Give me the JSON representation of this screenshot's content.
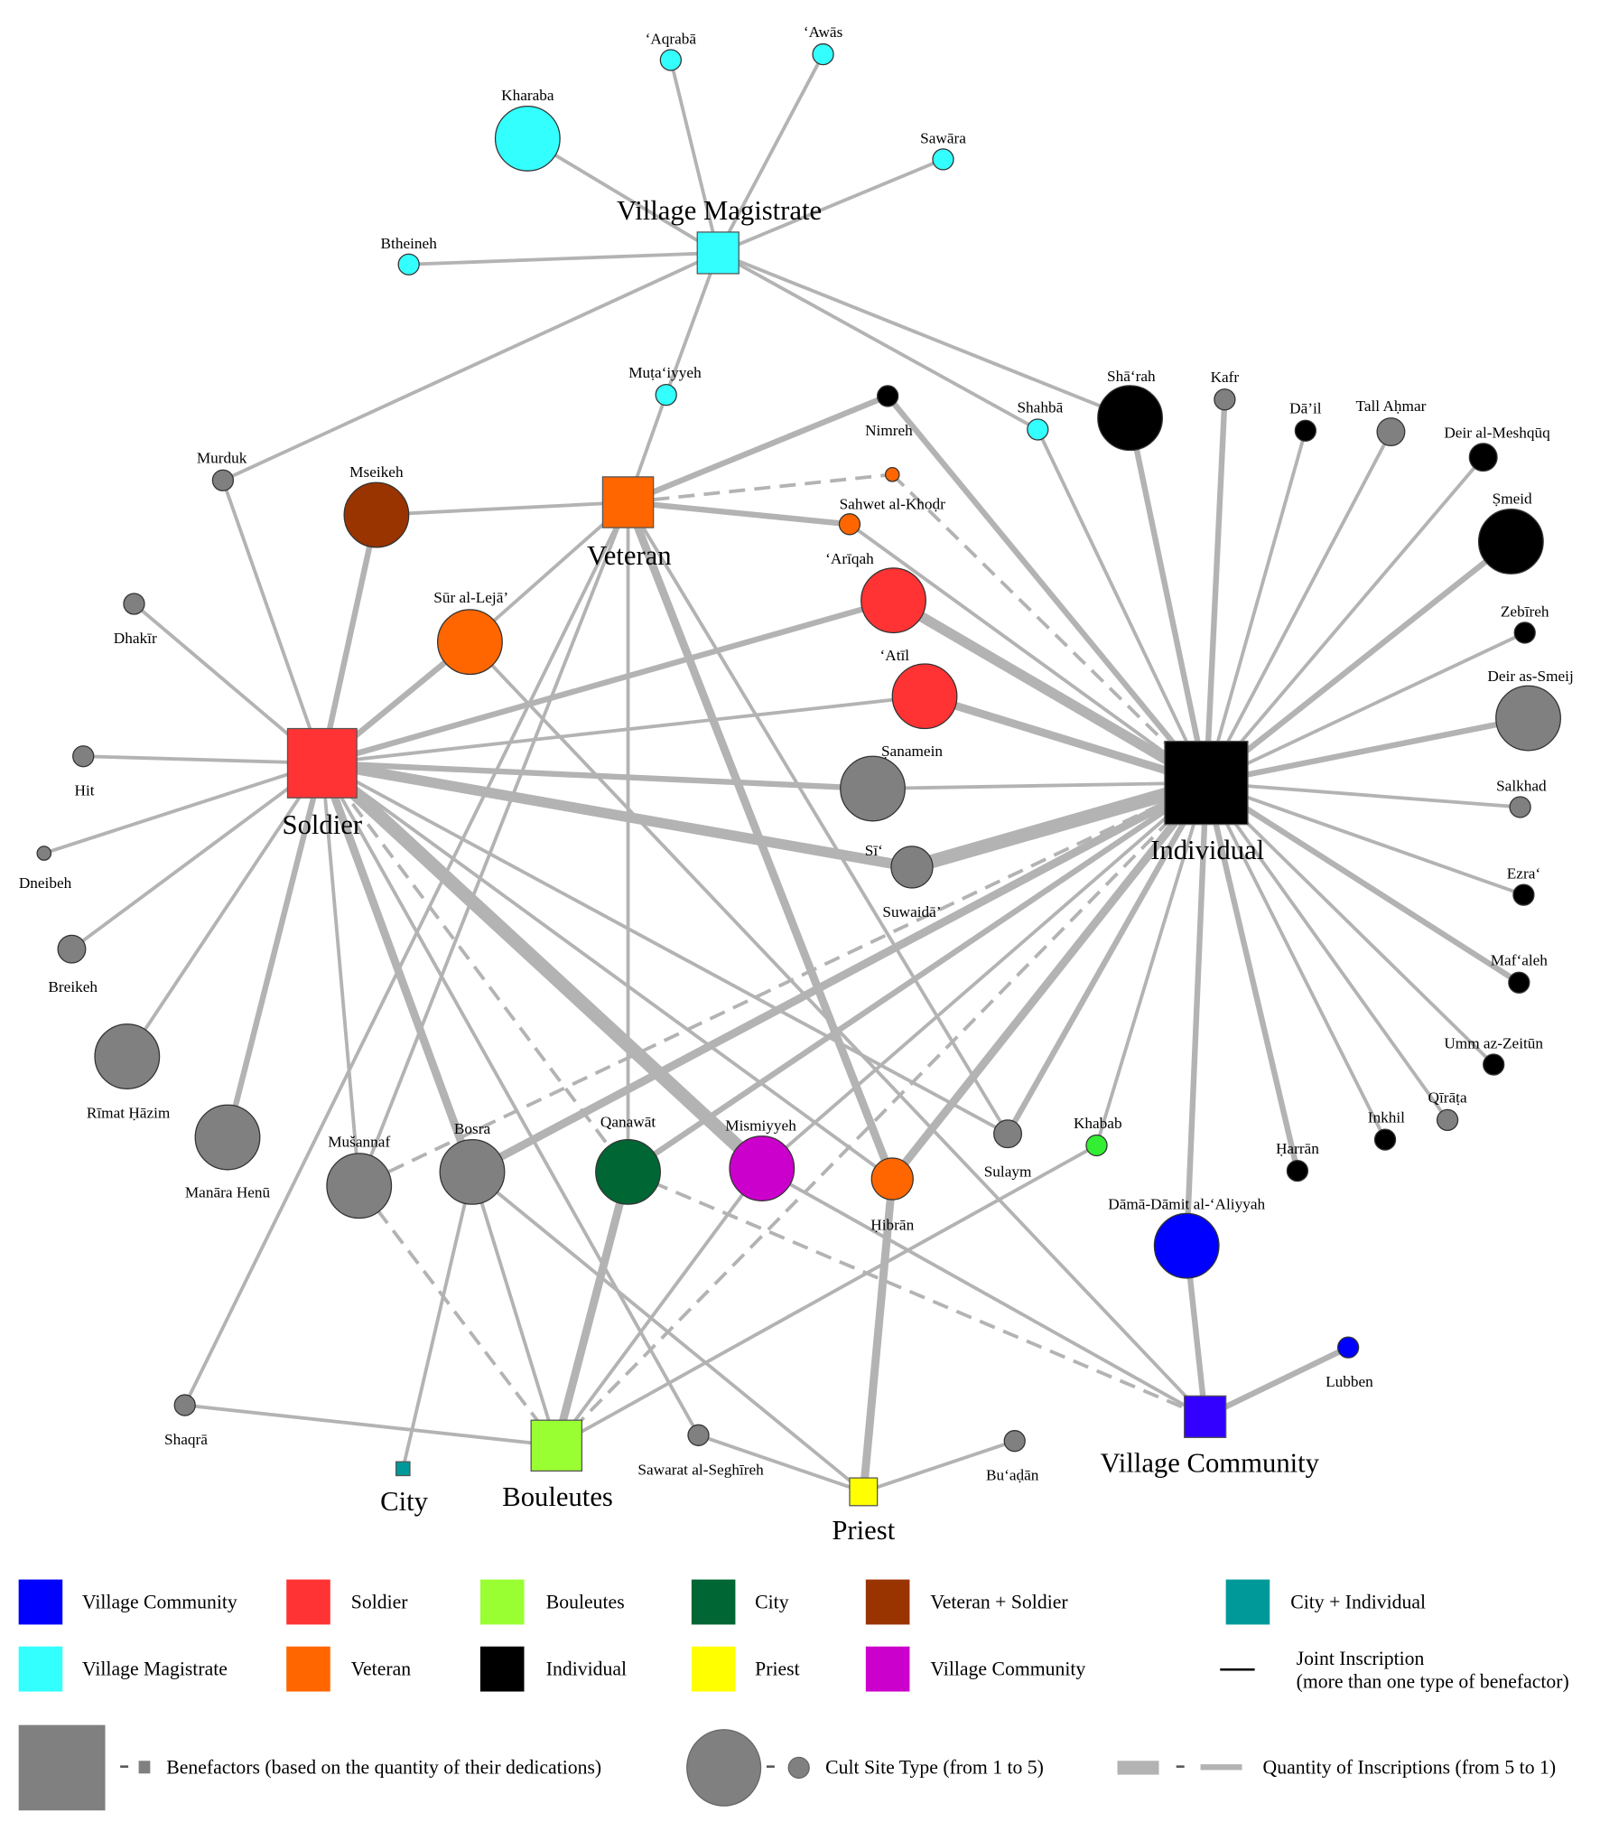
{
  "colors": {
    "village_community": "#0000ff",
    "village_community_hub": "#3300ff",
    "village_magistrate": "#33ffff",
    "soldier": "#ff3333",
    "veteran": "#ff6600",
    "bouleutes": "#99ff33",
    "individual": "#000000",
    "city": "#006633",
    "priest": "#ffff00",
    "veteran_soldier": "#993300",
    "village_community_magenta": "#cc00cc",
    "city_individual": "#009999",
    "khabab": "#33ee33",
    "unspecified": "#808080",
    "edge": "#b3b3b3"
  },
  "hubs": [
    {
      "id": "VM",
      "label": "Village Magistrate",
      "color": "#33ffff"
    },
    {
      "id": "VET",
      "label": "Veteran",
      "color": "#ff6600"
    },
    {
      "id": "SOL",
      "label": "Soldier",
      "color": "#ff3333"
    },
    {
      "id": "IND",
      "label": "Individual",
      "color": "#000000"
    },
    {
      "id": "VC",
      "label": "Village Community",
      "color": "#3300ff"
    },
    {
      "id": "PRI",
      "label": "Priest",
      "color": "#ffff00"
    },
    {
      "id": "BOU",
      "label": "Bouleutes",
      "color": "#99ff33"
    },
    {
      "id": "CITY",
      "label": "City",
      "color": "#009999"
    }
  ],
  "sites": [
    {
      "id": "aqraba",
      "label": "‘Aqrabā",
      "color": "#33ffff",
      "site_type": 2
    },
    {
      "id": "awas",
      "label": "‘Awās",
      "color": "#33ffff",
      "site_type": 2
    },
    {
      "id": "kharaba",
      "label": "Kharaba",
      "color": "#33ffff",
      "site_type": 5
    },
    {
      "id": "sawara",
      "label": "Sawāra",
      "color": "#33ffff",
      "site_type": 2
    },
    {
      "id": "btheineh",
      "label": "Btheineh",
      "color": "#33ffff",
      "site_type": 2
    },
    {
      "id": "mutaiyyeh",
      "label": "Muṭa‘iyyeh",
      "color": "#33ffff",
      "site_type": 2
    },
    {
      "id": "shahba",
      "label": "Shahbā",
      "color": "#33ffff",
      "site_type": 2
    },
    {
      "id": "nimreh",
      "label": "Nimreh",
      "color": "#000000",
      "site_type": 2
    },
    {
      "id": "sharah",
      "label": "Shā‘rah",
      "color": "#000000",
      "site_type": 5
    },
    {
      "id": "kafr",
      "label": "Kafr",
      "color": "#808080",
      "site_type": 2
    },
    {
      "id": "dail",
      "label": "Dā’il",
      "color": "#000000",
      "site_type": 2
    },
    {
      "id": "tallahmar",
      "label": "Tall Aḥmar",
      "color": "#808080",
      "site_type": 3
    },
    {
      "id": "meshquq",
      "label": "Deir al-Meshqūq",
      "color": "#000000",
      "site_type": 3
    },
    {
      "id": "smeid",
      "label": "Ṣmeid",
      "color": "#000000",
      "site_type": 5
    },
    {
      "id": "zebireh",
      "label": "Zebīreh",
      "color": "#000000",
      "site_type": 2
    },
    {
      "id": "smeij",
      "label": "Deir as-Smeij",
      "color": "#808080",
      "site_type": 5
    },
    {
      "id": "salkhad",
      "label": "Salkhad",
      "color": "#808080",
      "site_type": 2
    },
    {
      "id": "ezra",
      "label": "Ezra‘",
      "color": "#000000",
      "site_type": 2
    },
    {
      "id": "mafaleh",
      "label": "Maf‘aleh",
      "color": "#000000",
      "site_type": 2
    },
    {
      "id": "ummzeitun",
      "label": "Umm az-Zeitūn",
      "color": "#000000",
      "site_type": 2
    },
    {
      "id": "qirata",
      "label": "Qīrāṭa",
      "color": "#808080",
      "site_type": 2
    },
    {
      "id": "inkhil",
      "label": "Inkhil",
      "color": "#000000",
      "site_type": 2
    },
    {
      "id": "harran",
      "label": "Ḥarrān",
      "color": "#000000",
      "site_type": 2
    },
    {
      "id": "dama",
      "label": "Dāmā-Dāmit al-‘Aliyyah",
      "color": "#0000ff",
      "site_type": 5
    },
    {
      "id": "lubben",
      "label": "Lubben",
      "color": "#0000ff",
      "site_type": 2
    },
    {
      "id": "khabab",
      "label": "Khabab",
      "color": "#33ee33",
      "site_type": 2
    },
    {
      "id": "sulaym",
      "label": "Sulaym",
      "color": "#808080",
      "site_type": 3
    },
    {
      "id": "hibran",
      "label": "Ḥibrān",
      "color": "#ff6600",
      "site_type": 4
    },
    {
      "id": "mismiyyeh",
      "label": "Mismiyyeh",
      "color": "#cc00cc",
      "site_type": 5
    },
    {
      "id": "qanawat",
      "label": "Qanawāt",
      "color": "#006633",
      "site_type": 5
    },
    {
      "id": "bosra",
      "label": "Bosra",
      "color": "#808080",
      "site_type": 5
    },
    {
      "id": "musannaf",
      "label": "Mušannaf",
      "color": "#808080",
      "site_type": 5
    },
    {
      "id": "manara",
      "label": "Manāra Henū",
      "color": "#808080",
      "site_type": 5
    },
    {
      "id": "rimat",
      "label": "Rīmat Ḥāzim",
      "color": "#808080",
      "site_type": 5
    },
    {
      "id": "breikeh",
      "label": "Breikeh",
      "color": "#808080",
      "site_type": 3
    },
    {
      "id": "dneibeh",
      "label": "Dneibeh",
      "color": "#808080",
      "site_type": 1
    },
    {
      "id": "hit",
      "label": "Hit",
      "color": "#808080",
      "site_type": 2
    },
    {
      "id": "dhakir",
      "label": "Dhakīr",
      "color": "#808080",
      "site_type": 2
    },
    {
      "id": "murduk",
      "label": "Murduk",
      "color": "#808080",
      "site_type": 2
    },
    {
      "id": "mseikeh",
      "label": "Mseikeh",
      "color": "#993300",
      "site_type": 5
    },
    {
      "id": "surlejaa",
      "label": "Sūr al-Lejā’",
      "color": "#ff6600",
      "site_type": 5
    },
    {
      "id": "sahwet",
      "label": "Sahwet al-Khoḍr",
      "color": "#ff6600",
      "site_type": 1
    },
    {
      "id": "ariqah",
      "label": "‘Arīqah",
      "color": "#ff6600",
      "site_type": 2
    },
    {
      "id": "atil",
      "label": "‘Atīl",
      "color": "#ff3333",
      "site_type": 5
    },
    {
      "id": "sanamein",
      "label": "Ṣanamein",
      "color": "#ff3333",
      "site_type": 5
    },
    {
      "id": "si",
      "label": "Sī‘",
      "color": "#808080",
      "site_type": 5
    },
    {
      "id": "suwaida",
      "label": "Suwaidā’",
      "color": "#808080",
      "site_type": 4
    },
    {
      "id": "shaqra",
      "label": "Shaqrā",
      "color": "#808080",
      "site_type": 2
    },
    {
      "id": "sawarat",
      "label": "Sawarat al-Seghīreh",
      "color": "#808080",
      "site_type": 2
    },
    {
      "id": "buadan",
      "label": "Bu‘aḍān",
      "color": "#808080",
      "site_type": 2
    }
  ],
  "edges": [
    [
      "VM",
      "kharaba",
      1,
      false
    ],
    [
      "VM",
      "aqraba",
      1,
      false
    ],
    [
      "VM",
      "awas",
      1,
      false
    ],
    [
      "VM",
      "sawara",
      1,
      false
    ],
    [
      "VM",
      "btheineh",
      1,
      false
    ],
    [
      "VM",
      "murduk",
      1,
      false
    ],
    [
      "VM",
      "mutaiyyeh",
      1,
      false
    ],
    [
      "VM",
      "shahba",
      1,
      false
    ],
    [
      "VM",
      "sharah",
      1,
      false
    ],
    [
      "mutaiyyeh",
      "VET",
      1,
      false
    ],
    [
      "shahba",
      "IND",
      1,
      false
    ],
    [
      "VET",
      "mseikeh",
      1,
      false
    ],
    [
      "VET",
      "nimreh",
      2,
      false
    ],
    [
      "VET",
      "sahwet",
      1,
      true
    ],
    [
      "VET",
      "ariqah",
      2,
      false
    ],
    [
      "VET",
      "surlejaa",
      1,
      false
    ],
    [
      "VET",
      "musannaf",
      1,
      false
    ],
    [
      "VET",
      "shaqra",
      1,
      false
    ],
    [
      "VET",
      "qanawat",
      1,
      false
    ],
    [
      "VET",
      "hibran",
      3,
      false
    ],
    [
      "VET",
      "sulaym",
      1,
      false
    ],
    [
      "ariqah",
      "IND",
      1,
      false
    ],
    [
      "sahwet",
      "IND",
      1,
      true
    ],
    [
      "nimreh",
      "IND",
      2,
      false
    ],
    [
      "SOL",
      "mseikeh",
      2,
      false
    ],
    [
      "SOL",
      "surlejaa",
      2,
      false
    ],
    [
      "SOL",
      "atil",
      2,
      false
    ],
    [
      "SOL",
      "sanamein",
      1,
      false
    ],
    [
      "SOL",
      "si",
      2,
      false
    ],
    [
      "SOL",
      "suwaida",
      4,
      false
    ],
    [
      "SOL",
      "murduk",
      1,
      false
    ],
    [
      "SOL",
      "dhakir",
      1,
      false
    ],
    [
      "SOL",
      "hit",
      1,
      false
    ],
    [
      "SOL",
      "dneibeh",
      1,
      false
    ],
    [
      "SOL",
      "breikeh",
      1,
      false
    ],
    [
      "SOL",
      "rimat",
      1,
      false
    ],
    [
      "SOL",
      "manara",
      2,
      false
    ],
    [
      "SOL",
      "musannaf",
      1,
      false
    ],
    [
      "SOL",
      "bosra",
      3,
      false
    ],
    [
      "SOL",
      "mismiyyeh",
      5,
      false
    ],
    [
      "SOL",
      "qanawat",
      1,
      true
    ],
    [
      "SOL",
      "hibran",
      1,
      false
    ],
    [
      "SOL",
      "sulaym",
      1,
      false
    ],
    [
      "SOL",
      "sawarat",
      1,
      false
    ],
    [
      "IND",
      "sharah",
      2,
      false
    ],
    [
      "IND",
      "kafr",
      2,
      false
    ],
    [
      "IND",
      "dail",
      1,
      false
    ],
    [
      "IND",
      "tallahmar",
      1,
      false
    ],
    [
      "IND",
      "meshquq",
      1,
      false
    ],
    [
      "IND",
      "smeid",
      2,
      false
    ],
    [
      "IND",
      "zebireh",
      1,
      false
    ],
    [
      "IND",
      "smeij",
      2,
      false
    ],
    [
      "IND",
      "salkhad",
      1,
      false
    ],
    [
      "IND",
      "ezra",
      1,
      false
    ],
    [
      "IND",
      "mafaleh",
      2,
      false
    ],
    [
      "IND",
      "ummzeitun",
      1,
      false
    ],
    [
      "IND",
      "qirata",
      1,
      false
    ],
    [
      "IND",
      "inkhil",
      1,
      false
    ],
    [
      "IND",
      "harran",
      2,
      false
    ],
    [
      "IND",
      "dama",
      2,
      false
    ],
    [
      "IND",
      "khabab",
      1,
      false
    ],
    [
      "IND",
      "sulaym",
      2,
      false
    ],
    [
      "IND",
      "hibran",
      3,
      false
    ],
    [
      "IND",
      "mismiyyeh",
      1,
      false
    ],
    [
      "IND",
      "qanawat",
      2,
      false
    ],
    [
      "IND",
      "bosra",
      3,
      false
    ],
    [
      "IND",
      "musannaf",
      1,
      true
    ],
    [
      "IND",
      "suwaida",
      5,
      false
    ],
    [
      "IND",
      "si",
      1,
      false
    ],
    [
      "IND",
      "atil",
      4,
      false
    ],
    [
      "IND",
      "sanamein",
      3,
      false
    ],
    [
      "IND",
      "BOU",
      1,
      true
    ],
    [
      "VC",
      "dama",
      2,
      false
    ],
    [
      "VC",
      "lubben",
      2,
      false
    ],
    [
      "VC",
      "qanawat",
      1,
      true
    ],
    [
      "VC",
      "mismiyyeh",
      1,
      false
    ],
    [
      "VC",
      "surlejaa",
      1,
      false
    ],
    [
      "PRI",
      "hibran",
      3,
      false
    ],
    [
      "PRI",
      "buadan",
      1,
      false
    ],
    [
      "PRI",
      "bosra",
      1,
      false
    ],
    [
      "PRI",
      "sawarat",
      1,
      false
    ],
    [
      "BOU",
      "shaqra",
      1,
      false
    ],
    [
      "BOU",
      "musannaf",
      1,
      true
    ],
    [
      "BOU",
      "bosra",
      1,
      false
    ],
    [
      "BOU",
      "qanawat",
      3,
      false
    ],
    [
      "BOU",
      "mismiyyeh",
      1,
      false
    ],
    [
      "BOU",
      "khabab",
      1,
      false
    ],
    [
      "CITY",
      "bosra",
      1,
      false
    ]
  ],
  "legend": {
    "colors": [
      {
        "label": "Village Community",
        "color": "#0000ff"
      },
      {
        "label": "Soldier",
        "color": "#ff3333"
      },
      {
        "label": "Bouleutes",
        "color": "#99ff33"
      },
      {
        "label": "City",
        "color": "#006633"
      },
      {
        "label": "Veteran + Soldier",
        "color": "#993300"
      },
      {
        "label": "City + Individual",
        "color": "#009999"
      },
      {
        "label": "Village Magistrate",
        "color": "#33ffff"
      },
      {
        "label": "Veteran",
        "color": "#ff6600"
      },
      {
        "label": "Individual",
        "color": "#000000"
      },
      {
        "label": "Priest",
        "color": "#ffff00"
      },
      {
        "label": "Village Community",
        "color": "#cc00cc"
      }
    ],
    "joint_line1": "Joint Inscription",
    "joint_line2": "(more than one type of benefactor)",
    "benefactors": "Benefactors (based on the quantity of their dedications)",
    "cult_site": "Cult Site Type (from 1 to 5)",
    "inscriptions": "Quantity of Inscriptions (from 5 to 1)"
  }
}
